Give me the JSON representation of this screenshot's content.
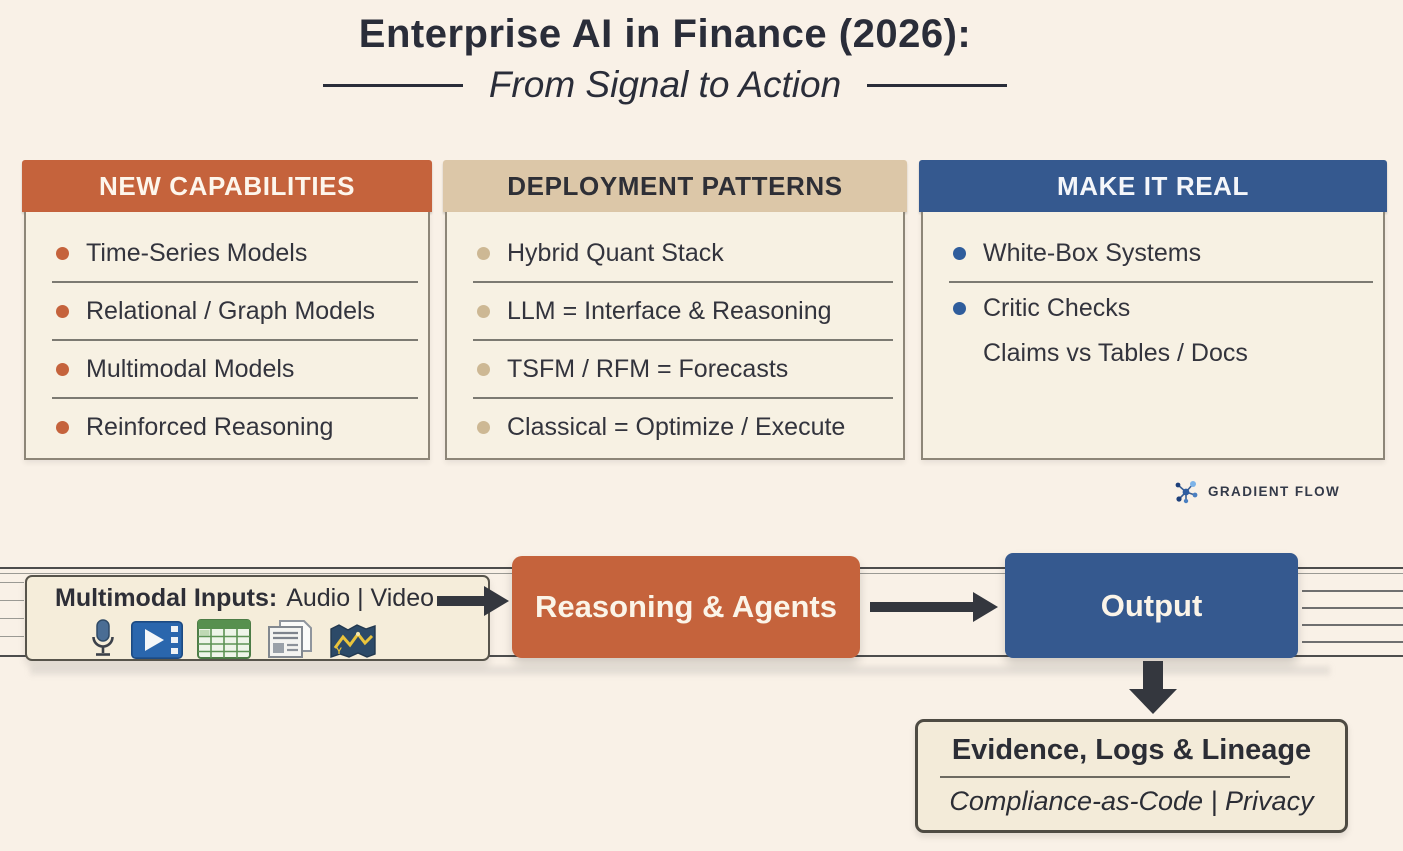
{
  "page": {
    "title": "Enterprise AI in Finance (2026):",
    "subtitle": "From Signal to Action"
  },
  "columns": [
    {
      "header": "NEW CAPABILITIES",
      "items": [
        {
          "label": "Time-Series Models"
        },
        {
          "label": "Relational / Graph Models"
        },
        {
          "label": "Multimodal Models"
        },
        {
          "label": "Reinforced Reasoning"
        }
      ]
    },
    {
      "header": "DEPLOYMENT PATTERNS",
      "items": [
        {
          "label": "Hybrid Quant Stack"
        },
        {
          "label": "LLM = Interface & Reasoning"
        },
        {
          "label": "TSFM / RFM = Forecasts"
        },
        {
          "label": "Classical = Optimize / Execute"
        }
      ]
    },
    {
      "header": "MAKE IT REAL",
      "items": [
        {
          "label": "White-Box Systems"
        },
        {
          "label": "Critic Checks",
          "sub": "Claims vs Tables / Docs"
        }
      ]
    }
  ],
  "logo": {
    "text": "GRADIENT FLOW"
  },
  "flow": {
    "inputs_bold": "Multimodal Inputs:",
    "inputs_rest": "Audio | Video",
    "icons": [
      "microphone",
      "video-player",
      "spreadsheet",
      "documents",
      "line-chart"
    ],
    "reasoning_label": "Reasoning & Agents",
    "output_label": "Output"
  },
  "evidence": {
    "title": "Evidence, Logs & Lineage",
    "subtitle": "Compliance-as-Code | Privacy"
  },
  "colors": {
    "background": "#f9f1e7",
    "orange": "#c5633c",
    "tan": "#dcc7a8",
    "blue": "#35598f",
    "dark_text": "#2a2d39",
    "panel_bg": "#f7f1e3"
  }
}
